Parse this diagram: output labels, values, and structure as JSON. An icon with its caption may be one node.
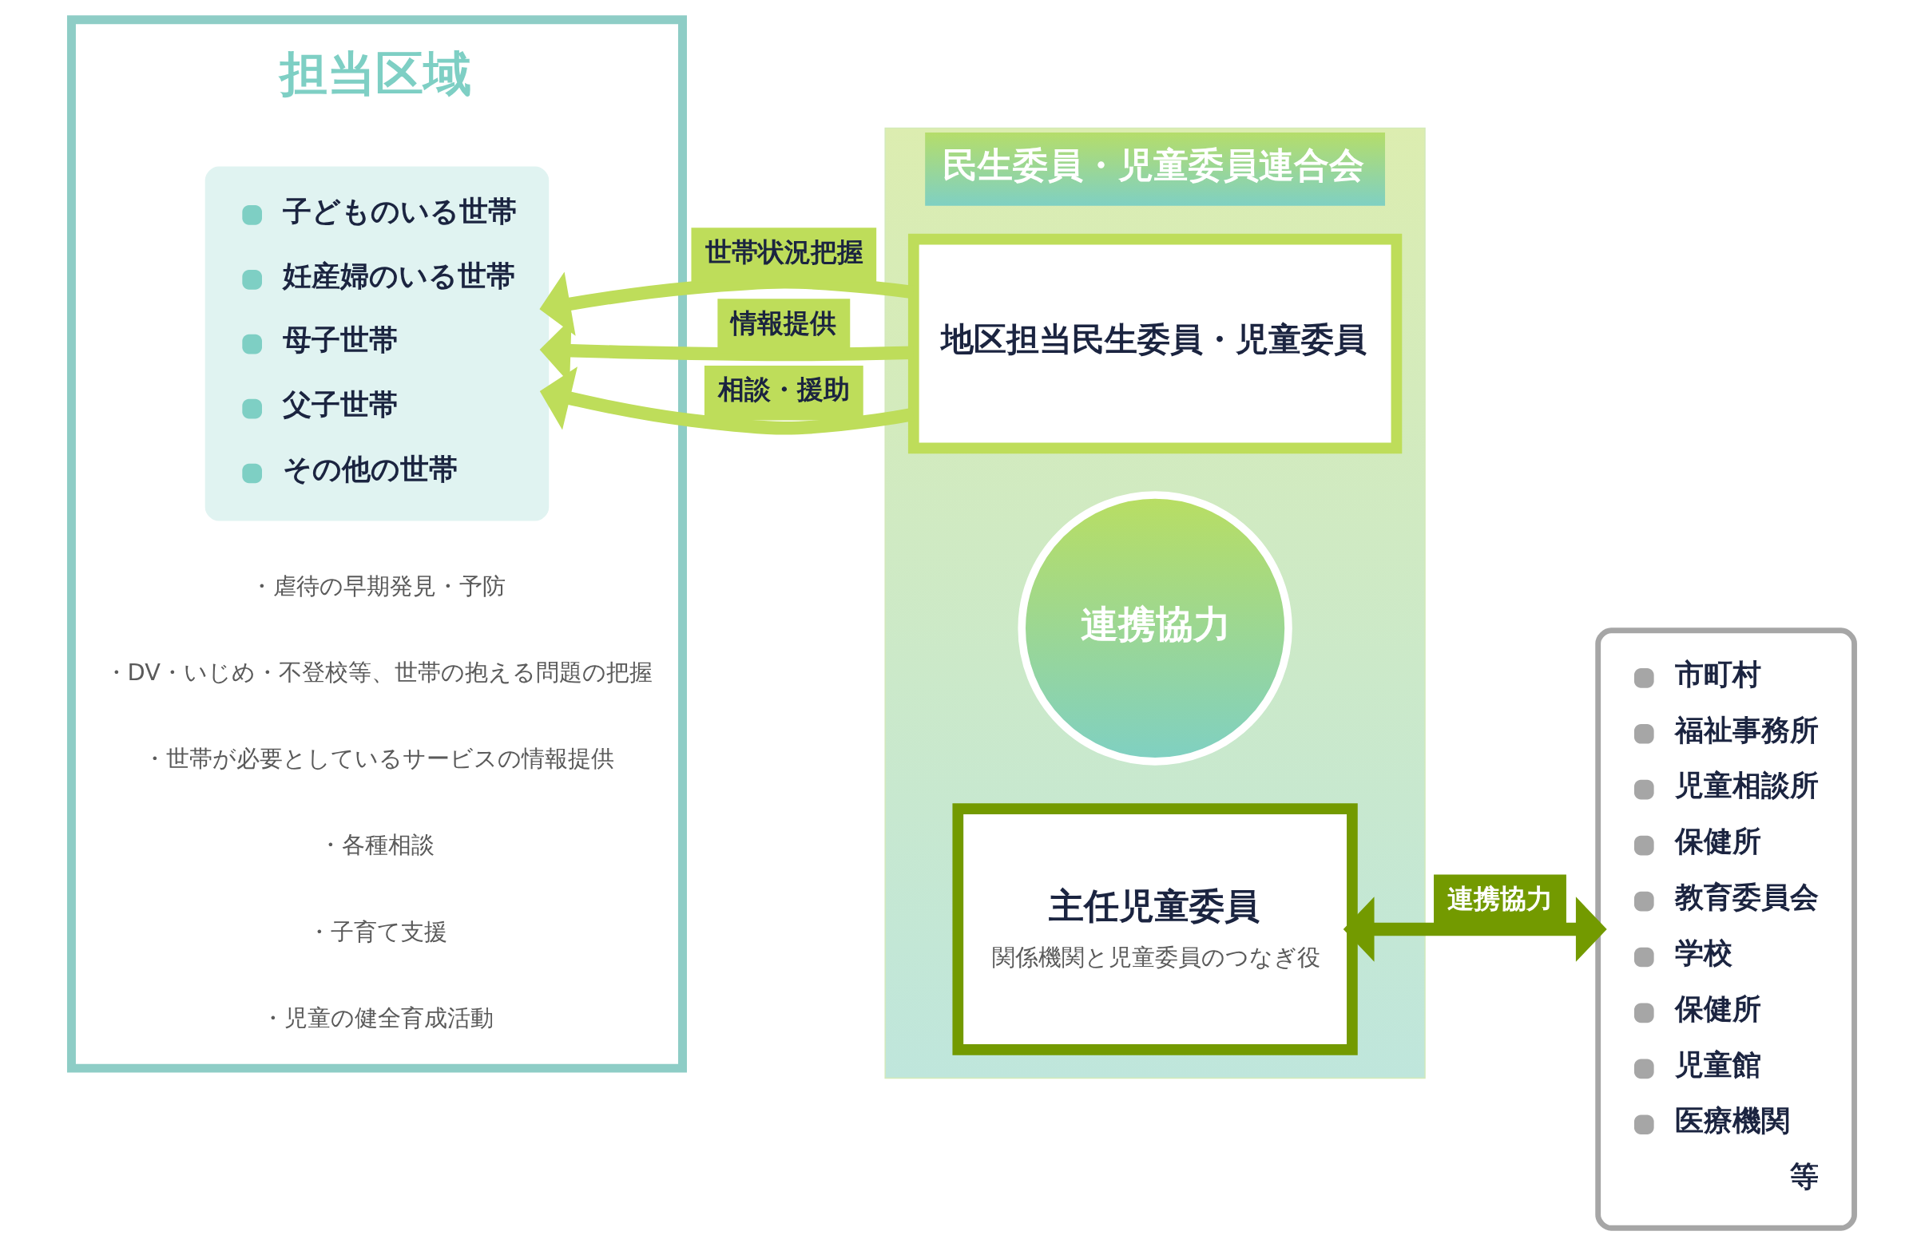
{
  "diagram": {
    "nodes": [
      {
        "text": [
          "民生委員・児童委員連合会"
        ]
      },
      {
        "text": [
          "担当区域"
        ]
      },
      {
        "text": [
          "子どものいる世帯",
          "妊産婦のいる世帯",
          "母子世帯",
          "父子世帯",
          "その他の世帯"
        ],
        "in": 1
      },
      {
        "text": [
          "地区担当民生委員・児童委員"
        ],
        "in": 0
      },
      {
        "text": [
          "連携協力"
        ],
        "in": 0
      },
      {
        "text": [
          "主任児童委員",
          "関係機関と児童委員のつなぎ役"
        ],
        "in": 0
      },
      {
        "text": [
          "市町村",
          "福祉事務所",
          "児童相談所",
          "保健所",
          "教育委員会",
          "学校",
          "保健所",
          "児童館",
          "医療機関",
          "等"
        ]
      }
    ],
    "edges": [
      {
        "from": 3,
        "to": 2,
        "arrow": "to",
        "label": "世帯状況把握"
      },
      {
        "from": 3,
        "to": 2,
        "arrow": "to",
        "label": "情報提供"
      },
      {
        "from": 3,
        "to": 2,
        "arrow": "to",
        "label": "相談・援助"
      },
      {
        "from": 6,
        "to": 5,
        "arrow": "both",
        "label": "連携協力",
        "color": "#739a00"
      }
    ],
    "labels": [
      "・虐待の早期発見・予防",
      "・DV・いじめ・不登校等、世帯の抱える問題の把握",
      "・世帯が必要としているサービスの情報提供",
      "・各種相談",
      "・子育て支援",
      "・児童の健全育成活動"
    ]
  }
}
